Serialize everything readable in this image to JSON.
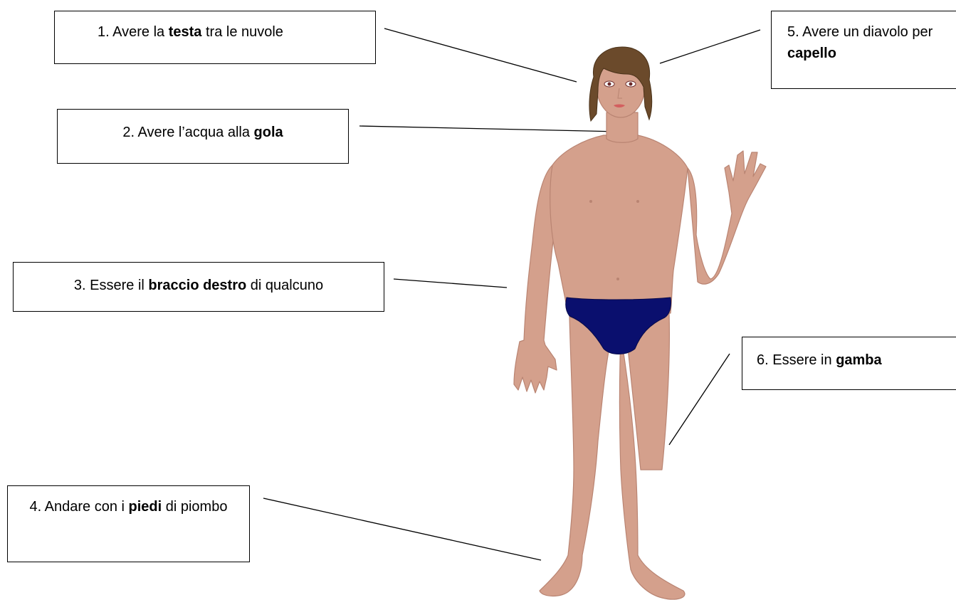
{
  "labels": [
    {
      "id": "testa",
      "number": "1.",
      "pre": " Avere la ",
      "bold": "testa",
      "post": " tra le nuvole"
    },
    {
      "id": "gola",
      "number": "2.",
      "pre": "Avere l’acqua alla ",
      "bold": "gola",
      "post": ""
    },
    {
      "id": "braccio",
      "number": "3.",
      "pre": "Essere il ",
      "bold": "braccio destro",
      "post": " di qualcuno"
    },
    {
      "id": "piedi",
      "number": "4.",
      "pre": "Andare con i ",
      "bold": "piedi",
      "post": " di piombo"
    },
    {
      "id": "capello",
      "number": "5.",
      "pre": "Avere un diavolo per ",
      "bold": "capello",
      "post": ""
    },
    {
      "id": "gamba",
      "number": "6.",
      "pre": "Essere in ",
      "bold": "gamba",
      "post": ""
    }
  ],
  "colors": {
    "skin": "#d4a08c",
    "skin_outline": "#b98472",
    "hair": "#6b4a2b",
    "briefs": "#0a0f6e",
    "lines": "#000000"
  }
}
